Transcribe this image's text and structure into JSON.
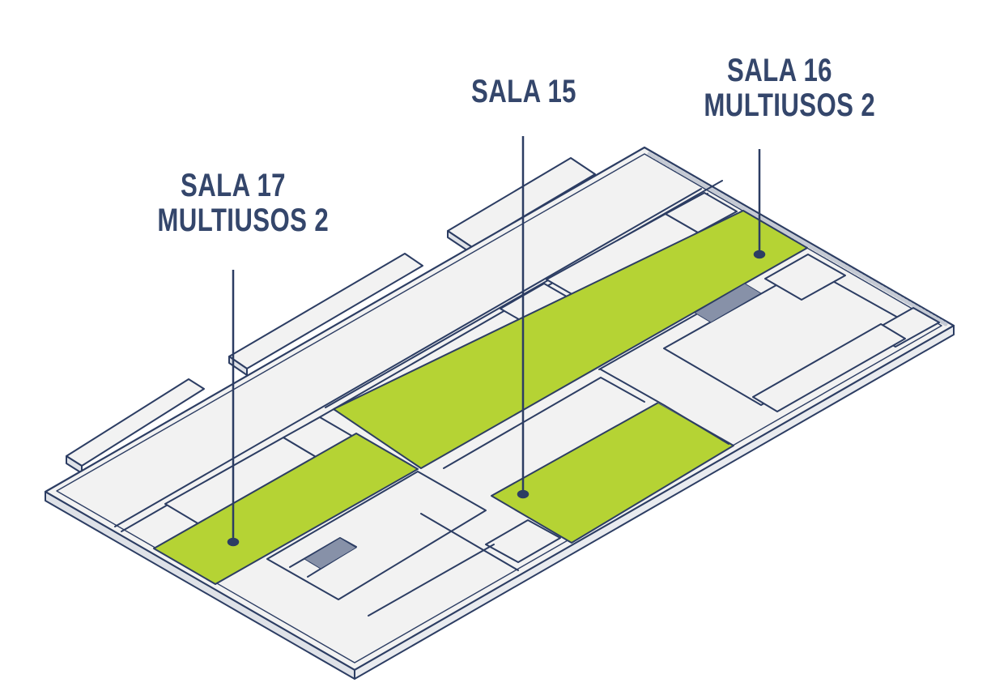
{
  "rooms": [
    {
      "id": "sala-17",
      "line1": "SALA 17",
      "line2": "MULTIUSOS 2"
    },
    {
      "id": "sala-15",
      "line1": "SALA 15",
      "line2": ""
    },
    {
      "id": "sala-16",
      "line1": "SALA 16",
      "line2": "MULTIUSOS 2"
    }
  ],
  "colors": {
    "highlight": "#b5d334",
    "outline": "#2c3d63",
    "floor": "#f2f2f2",
    "edge": "#dfe2e8",
    "label": "#34466b"
  }
}
